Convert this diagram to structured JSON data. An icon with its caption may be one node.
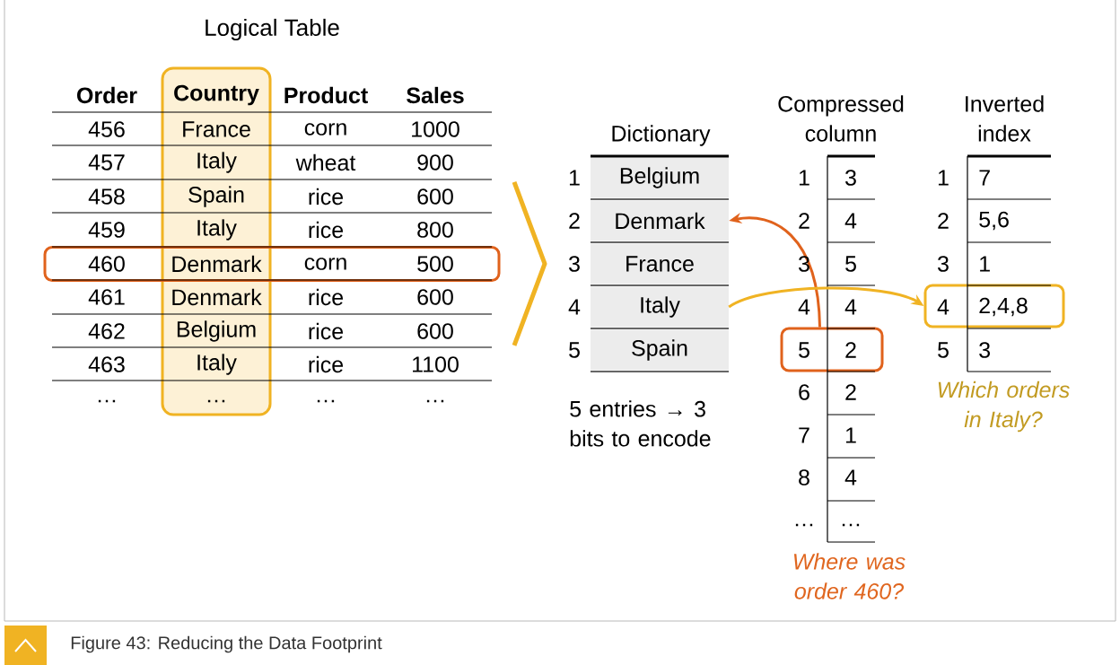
{
  "diagram": {
    "caption": "Figure 43: Reducing the Data Footprint",
    "nodes": [
      {
        "text": [
          "Country",
          "France",
          "Italy",
          "Spain",
          "Italy",
          "Denmark",
          "Belgium",
          "Italy",
          "…"
        ]
      },
      {
        "text": [
          "460",
          "Denmark",
          "corn",
          "500"
        ]
      },
      {
        "text": [
          "Belgium"
        ]
      },
      {
        "text": [
          "Denmark"
        ]
      },
      {
        "text": [
          "France"
        ]
      },
      {
        "text": [
          "Italy"
        ]
      },
      {
        "text": [
          "Spain"
        ]
      },
      {
        "text": [
          "5",
          "2"
        ]
      },
      {
        "text": [
          "4",
          "2,4,8"
        ]
      }
    ],
    "edges": [
      {
        "from": 7,
        "to": 3,
        "arrow": "to",
        "color": "#e0621c"
      },
      {
        "from": 5,
        "to": 8,
        "arrow": "to",
        "color": "#f0b323"
      }
    ],
    "labels": [
      "Logical Table",
      "Order",
      "Product",
      "Sales",
      "456",
      "corn",
      "1000",
      "457",
      "wheat",
      "900",
      "458",
      "rice",
      "600",
      "459",
      "rice",
      "800",
      "461",
      "rice",
      "600",
      "462",
      "rice",
      "600",
      "463",
      "rice",
      "1100",
      "…",
      "…",
      "…",
      "Dictionary",
      "1",
      "2",
      "3",
      "4",
      "5",
      "5 entries → 3 bits to encode",
      "Compressed column",
      "Inverted index",
      "1",
      "3",
      "2",
      "4",
      "3",
      "5",
      "4",
      "4",
      "6",
      "2",
      "7",
      "1",
      "8",
      "4",
      "…",
      "…",
      "1",
      "7",
      "2",
      "5,6",
      "3",
      "1",
      "5",
      "3",
      "Which orders in Italy?",
      "Where was order 460?"
    ]
  }
}
